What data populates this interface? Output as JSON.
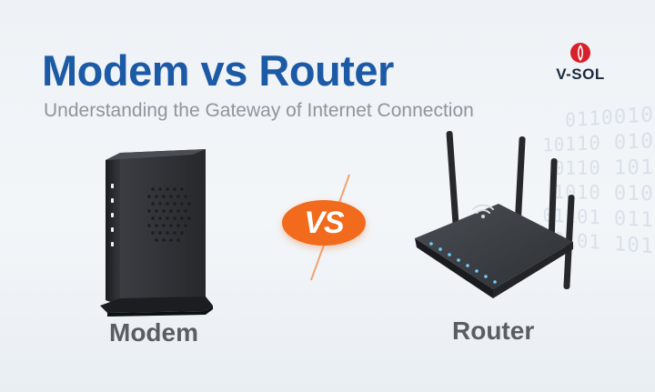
{
  "header": {
    "title": "Modem vs Router",
    "subtitle": "Understanding the Gateway of Internet Connection"
  },
  "brand": {
    "logo_text": "V-SOL",
    "logo_icon": "vsol-logo-icon",
    "logo_color": "#d8202a"
  },
  "comparison": {
    "vs_text": "VS",
    "left_label": "Modem",
    "right_label": "Router",
    "left_icon": "modem-icon",
    "right_icon": "router-icon"
  },
  "colors": {
    "title": "#1c5aa6",
    "accent": "#f26a1b",
    "device": "#2c2f33",
    "led": "#6fd0ff"
  }
}
